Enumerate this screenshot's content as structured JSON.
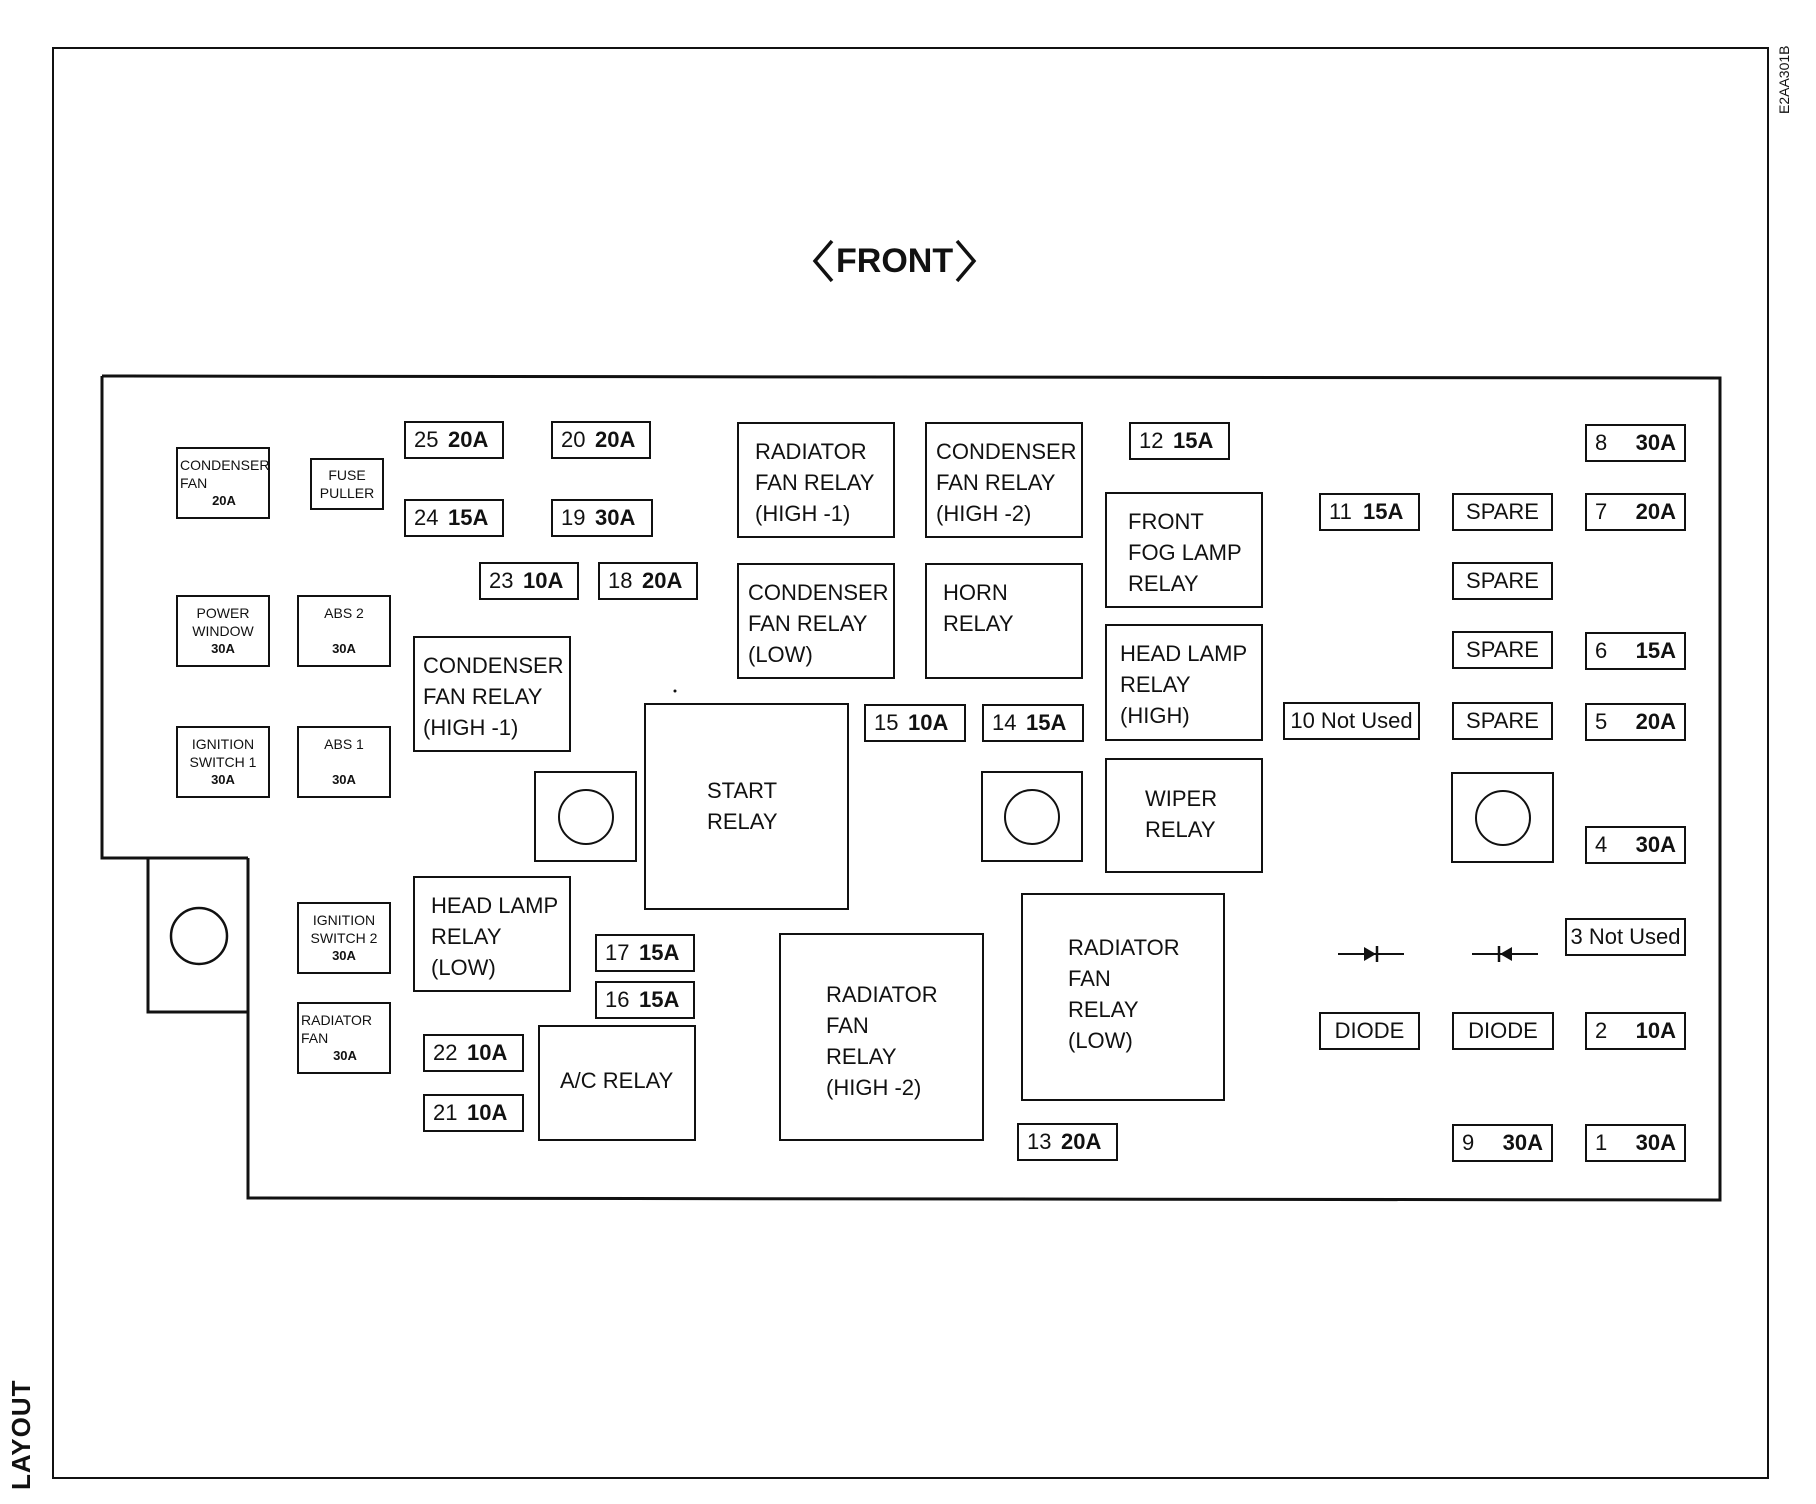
{
  "page": {
    "side_label": "LAYOUT",
    "drawing_code": "E2AA301B",
    "front_label": "FRONT"
  },
  "small_boxes": [
    {
      "label1": "CONDENSER",
      "label2": "FAN",
      "amp": "20A"
    },
    {
      "label1": "FUSE",
      "label2": "PULLER",
      "amp": ""
    },
    {
      "label1": "POWER",
      "label2": "WINDOW",
      "amp": "30A"
    },
    {
      "label1": "ABS 2",
      "label2": "",
      "amp": "30A"
    },
    {
      "label1": "IGNITION",
      "label2": "SWITCH 1",
      "amp": "30A"
    },
    {
      "label1": "ABS 1",
      "label2": "",
      "amp": "30A"
    },
    {
      "label1": "IGNITION",
      "label2": "SWITCH 2",
      "amp": "30A"
    },
    {
      "label1": "RADIATOR",
      "label2": "FAN",
      "amp": "30A"
    }
  ],
  "fuses": [
    {
      "num": "25",
      "amp": "20A"
    },
    {
      "num": "20",
      "amp": "20A"
    },
    {
      "num": "24",
      "amp": "15A"
    },
    {
      "num": "19",
      "amp": "30A"
    },
    {
      "num": "23",
      "amp": "10A"
    },
    {
      "num": "18",
      "amp": "20A"
    },
    {
      "num": "12",
      "amp": "15A"
    },
    {
      "num": "8",
      "amp": "30A"
    },
    {
      "num": "11",
      "amp": "15A"
    },
    {
      "num": "7",
      "amp": "20A"
    },
    {
      "num": "6",
      "amp": "15A"
    },
    {
      "num": "5",
      "amp": "20A"
    },
    {
      "num": "4",
      "amp": "30A"
    },
    {
      "num": "2",
      "amp": "10A"
    },
    {
      "num": "1",
      "amp": "30A"
    },
    {
      "num": "9",
      "amp": "30A"
    },
    {
      "num": "15",
      "amp": "10A"
    },
    {
      "num": "14",
      "amp": "15A"
    },
    {
      "num": "17",
      "amp": "15A"
    },
    {
      "num": "16",
      "amp": "15A"
    },
    {
      "num": "22",
      "amp": "10A"
    },
    {
      "num": "21",
      "amp": "10A"
    },
    {
      "num": "13",
      "amp": "20A"
    }
  ],
  "text_boxes": {
    "spare_1": "SPARE",
    "spare_2": "SPARE",
    "spare_3": "SPARE",
    "spare_4": "SPARE",
    "not_used_10": "10 Not Used",
    "not_used_3": "3 Not Used",
    "diode_1": "DIODE",
    "diode_2": "DIODE"
  },
  "relays": {
    "radiator_high1": [
      "RADIATOR",
      "FAN RELAY",
      "(HIGH -1)"
    ],
    "condenser_high2": [
      "CONDENSER",
      "FAN RELAY",
      "(HIGH -2)"
    ],
    "front_fog": [
      "FRONT",
      "FOG LAMP",
      "RELAY"
    ],
    "condenser_low": [
      "CONDENSER",
      "FAN RELAY",
      "(LOW)"
    ],
    "horn": [
      "HORN",
      "RELAY"
    ],
    "head_lamp_high": [
      "HEAD LAMP",
      "RELAY",
      "(HIGH)"
    ],
    "condenser_high1": [
      "CONDENSER",
      "FAN RELAY",
      "(HIGH -1)"
    ],
    "start": [
      "START",
      "RELAY"
    ],
    "wiper": [
      "WIPER",
      "RELAY"
    ],
    "head_lamp_low": [
      "HEAD LAMP",
      "RELAY",
      "(LOW)"
    ],
    "ac": [
      "A/C RELAY"
    ],
    "radiator_high2": [
      "RADIATOR",
      "FAN",
      "RELAY",
      "(HIGH -2)"
    ],
    "radiator_low": [
      "RADIATOR",
      "FAN",
      "RELAY",
      "(LOW)"
    ]
  }
}
